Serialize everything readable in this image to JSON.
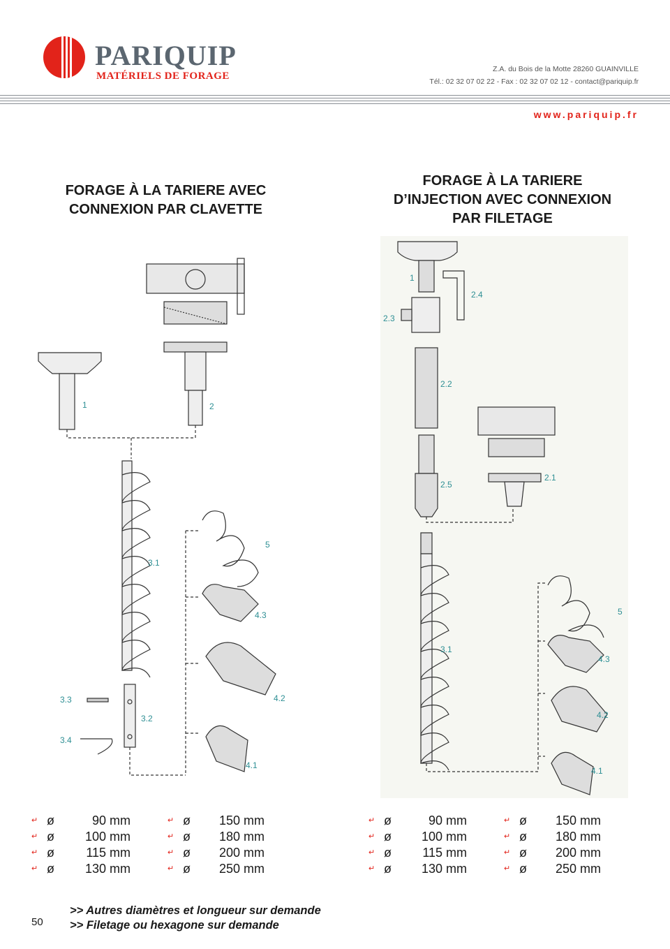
{
  "header": {
    "brand": "PARIQUIP",
    "subbrand": "MATÉRIELS DE FORAGE",
    "address": "Z.A. du Bois de la Motte 28260 GUAINVILLE",
    "contact": "Tél.: 02 32 07 02 22 - Fax : 02 32 07 02 12 - contact@pariquip.fr",
    "website": "www.pariquip.fr",
    "brand_color": "#e2231a"
  },
  "left": {
    "title_line1": "FORAGE À LA TARIERE AVEC",
    "title_line2": "CONNEXION PAR CLAVETTE",
    "labels": [
      "1",
      "2",
      "3.1",
      "3.2",
      "3.3",
      "3.4",
      "4.1",
      "4.2",
      "4.3",
      "5"
    ],
    "sizes_col1": [
      "90 mm",
      "100 mm",
      "115 mm",
      "130 mm"
    ],
    "sizes_col2": [
      "150 mm",
      "180 mm",
      "200 mm",
      "250 mm"
    ]
  },
  "right": {
    "title_line1": "FORAGE À LA TARIERE",
    "title_line2": "D’INJECTION AVEC CONNEXION",
    "title_line3": "PAR FILETAGE",
    "labels": [
      "1",
      "2.1",
      "2.2",
      "2.3",
      "2.4",
      "2.5",
      "3.1",
      "4.1",
      "4.2",
      "4.3",
      "5"
    ],
    "sizes_col1": [
      "90 mm",
      "100 mm",
      "115 mm",
      "130 mm"
    ],
    "sizes_col2": [
      "150 mm",
      "180 mm",
      "200 mm",
      "250 mm"
    ]
  },
  "symbols": {
    "diameter": "ø",
    "arrow": "↵"
  },
  "notes": [
    ">> Autres diamètres et longueur sur demande",
    ">> Filetage ou hexagone sur demande"
  ],
  "page_number": "50",
  "label_color": "#2e8f94"
}
